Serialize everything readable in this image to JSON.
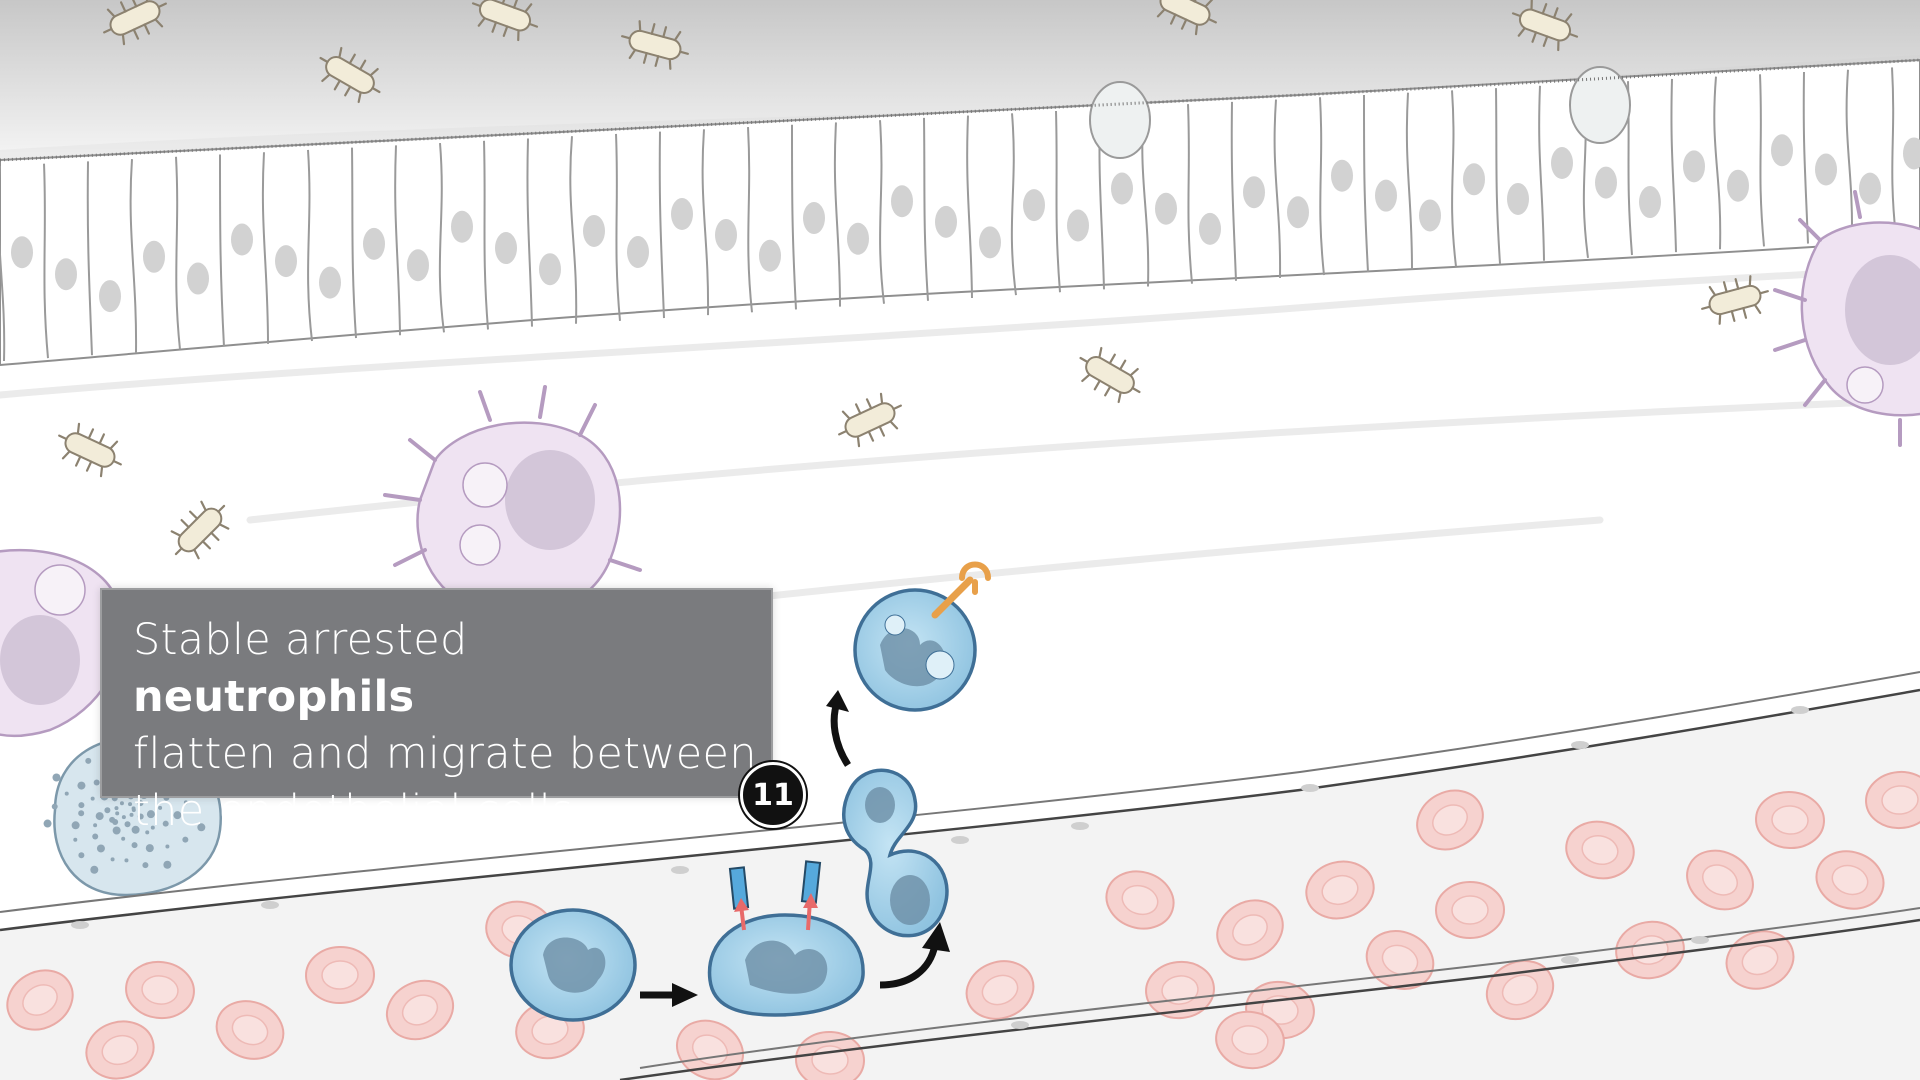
{
  "caption": {
    "line1_pre": "Stable arrested ",
    "line1_bold": "neutrophils",
    "line2": "flatten and migrate between",
    "line3": "the endothelial cells."
  },
  "step_badge": "11",
  "colors": {
    "epithelium_outline": "#9a9a9a",
    "cell_nucleus": "#d2d2d2",
    "tissue_gradient_top": "#c8c8c8",
    "neutrophil_fill": "#a9d3ea",
    "neutrophil_outline": "#3f6f96",
    "rbc_fill": "#f6d3d0",
    "macrophage_fill": "#eee2f1",
    "bacteria_fill": "#f1ead7",
    "caption_bg": "#7a7b7e",
    "receptor_blue": "#56a9dc",
    "receptor_red": "#e86a6a",
    "receptor_orange": "#f0a444"
  },
  "icons": [
    "bacterium-icon",
    "neutrophil-icon",
    "red-blood-cell-icon",
    "macrophage-icon",
    "arrow-icon",
    "receptor-icon"
  ]
}
